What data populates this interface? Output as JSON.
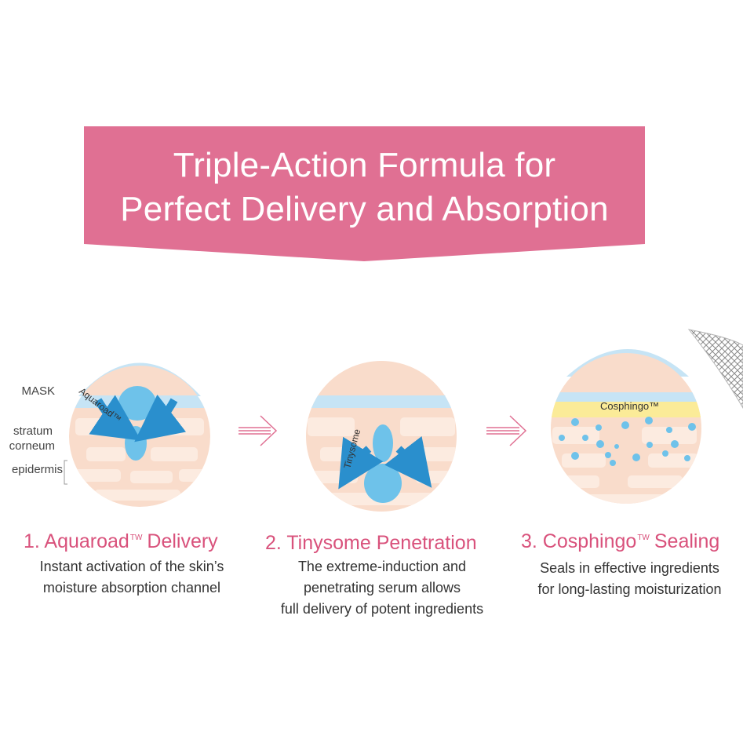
{
  "banner": {
    "line1": "Triple-Action Formula for",
    "line2": "Perfect Delivery and Absorption",
    "color": "#e07093"
  },
  "labels": {
    "mask": "MASK",
    "stratum": "stratum",
    "corneum": "corneum",
    "epidermis": "epidermis"
  },
  "diagram_text": {
    "aquaroad": "Aquaroad™",
    "tinysome": "Tinysome",
    "cosphingo": "Cosphingo™"
  },
  "steps": [
    {
      "title": "1. Aquaroad",
      "mark": "TW",
      "title_rest": "Delivery",
      "desc": [
        "Instant activation of the skin’s",
        "moisture absorption channel"
      ]
    },
    {
      "title": "2. Tinysome Penetration",
      "desc": [
        "The extreme-induction and",
        "penetrating serum allows",
        "full delivery of potent ingredients"
      ]
    },
    {
      "title": "3. Cosphingo",
      "mark": "TW",
      "title_rest": "Sealing",
      "desc": [
        "Seals in effective ingredients",
        "for long-lasting moisturization"
      ]
    }
  ],
  "colors": {
    "skin": "#f9dccb",
    "cell": "#fcebe0",
    "mask": "#c6e4f5",
    "droplet": "#6ec2ea",
    "arrow": "#2a8fcd",
    "seal": "#fbeb98",
    "accent": "#d9527c"
  }
}
